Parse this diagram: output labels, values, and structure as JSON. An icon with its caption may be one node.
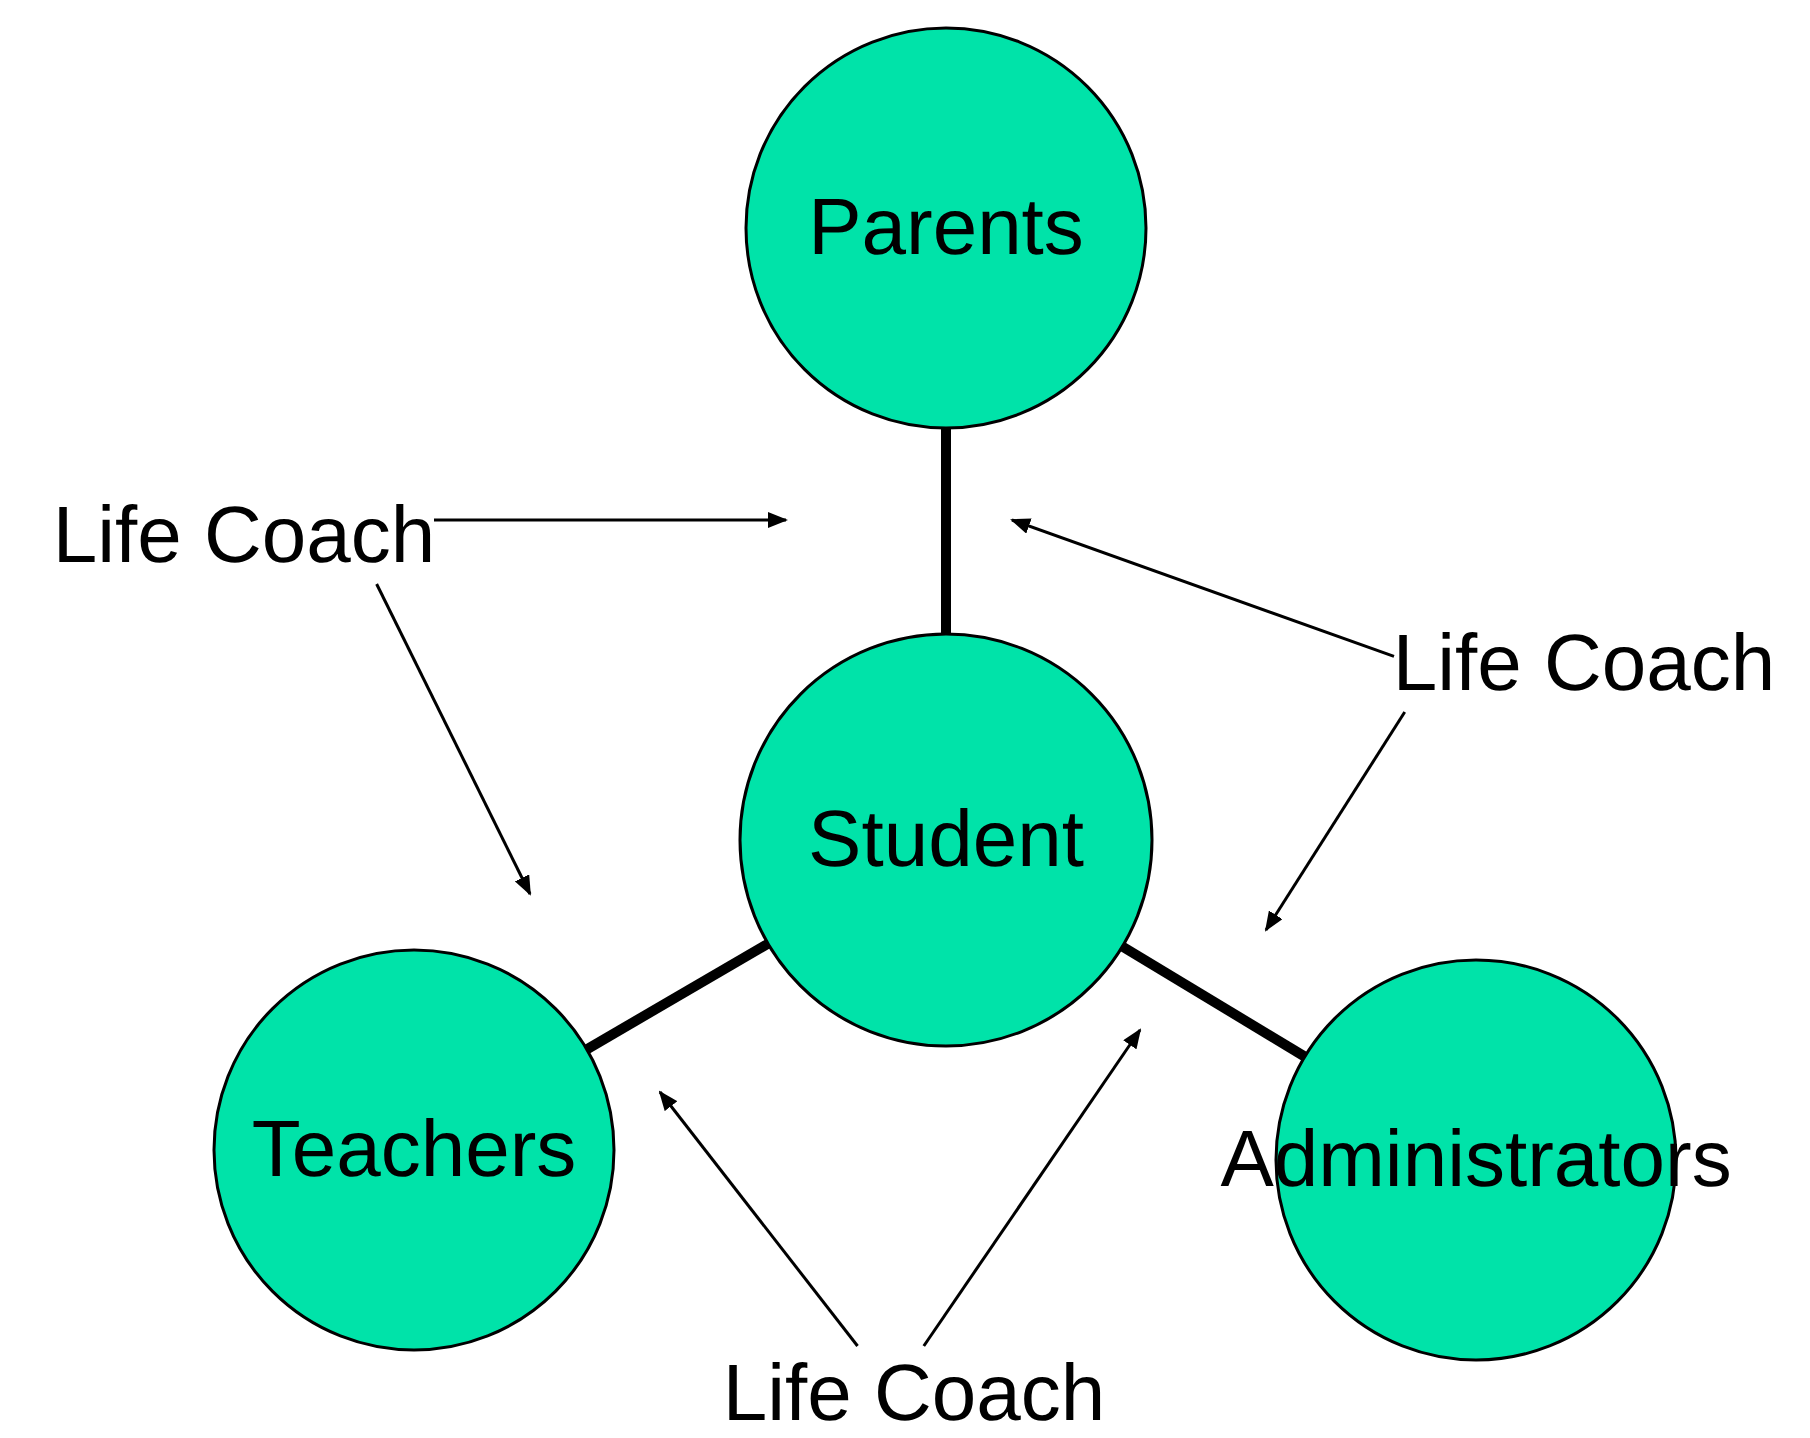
{
  "diagram": {
    "nodes": [
      {
        "text": [
          "Parents"
        ]
      },
      {
        "text": [
          "Life Coach"
        ]
      },
      {
        "text": [
          "Life Coach"
        ]
      },
      {
        "text": [
          "Student"
        ]
      },
      {
        "text": [
          "Teachers"
        ]
      },
      {
        "text": [
          "Administrators"
        ]
      },
      {
        "text": [
          "Life Coach"
        ]
      }
    ],
    "edges": [
      {
        "from": 0,
        "to": 3,
        "arrow": "none",
        "style": "thick"
      },
      {
        "from": 3,
        "to": 4,
        "arrow": "none",
        "style": "thick"
      },
      {
        "from": 3,
        "to": 5,
        "arrow": "none",
        "style": "thick"
      },
      {
        "from": 1,
        "to": null,
        "arrow": "to"
      },
      {
        "from": 1,
        "to": null,
        "arrow": "to"
      },
      {
        "from": 2,
        "to": null,
        "arrow": "to"
      },
      {
        "from": 2,
        "to": null,
        "arrow": "to"
      },
      {
        "from": 6,
        "to": null,
        "arrow": "to"
      },
      {
        "from": 6,
        "to": null,
        "arrow": "to"
      }
    ]
  }
}
